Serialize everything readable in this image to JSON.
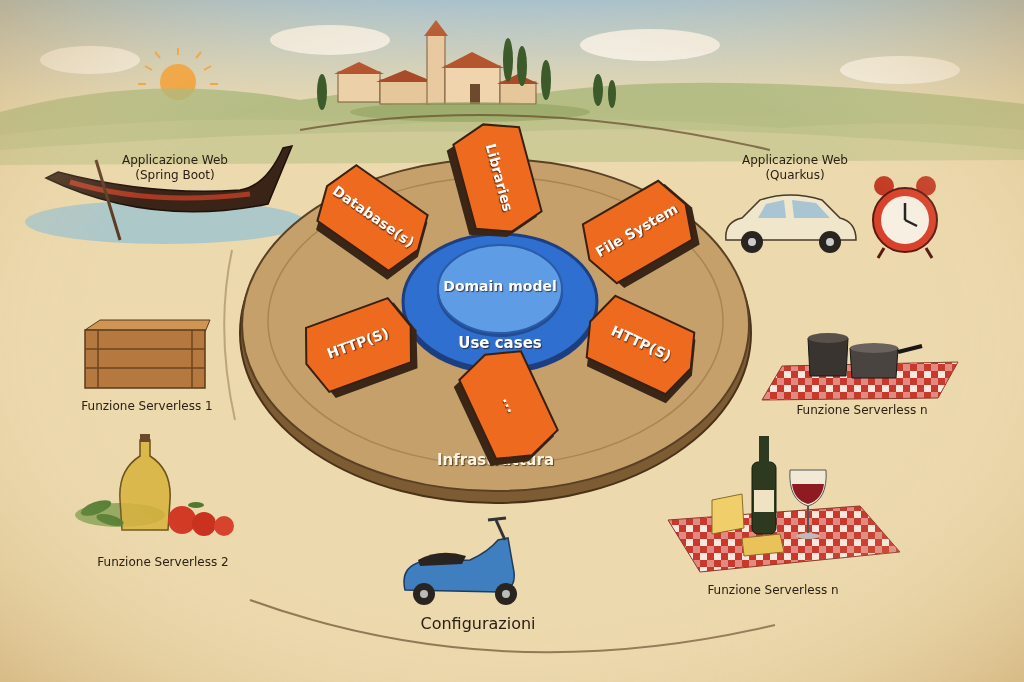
{
  "diagram": {
    "nodes": [
      {
        "text": [
          "Infrastruttura"
        ]
      },
      {
        "text": [
          "Use cases"
        ],
        "in": 0
      },
      {
        "text": [
          "Domain model"
        ],
        "in": 1
      },
      {
        "text": [
          "Database(s)"
        ],
        "in": 0
      },
      {
        "text": [
          "Libraries"
        ],
        "in": 0
      },
      {
        "text": [
          "File System"
        ],
        "in": 0
      },
      {
        "text": [
          "HTTP(S)"
        ],
        "in": 0
      },
      {
        "text": [
          "HTTP(S)"
        ],
        "in": 0
      },
      {
        "text": [
          "..."
        ],
        "in": 0
      }
    ],
    "labels": [
      "Applicazione Web (Spring Boot)",
      "Applicazione Web (Quarkus)",
      "Funzione Serverless 1",
      "Funzione Serverless n",
      "Funzione Serverless 2",
      "Funzione Serverless n",
      "Configurazioni"
    ]
  }
}
